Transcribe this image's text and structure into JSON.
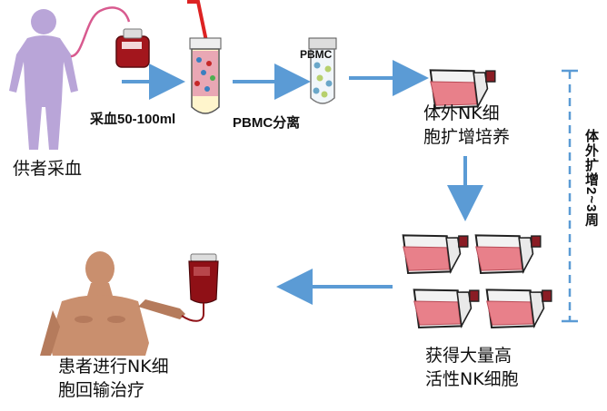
{
  "steps": {
    "donor": "供者采血",
    "blood_volume": "采血50-100ml",
    "pbmc_separation": "PBMC分离",
    "pbmc_tube": "PBMC",
    "expansion_line1": "体外NK细",
    "expansion_line2": "胞扩增培养",
    "harvest_line1": "获得大量高",
    "harvest_line2": "活性NK细胞",
    "patient_line1": "患者进行NK细",
    "patient_line2": "胞回输治疗"
  },
  "timeline": {
    "label": "体外扩增2~3周"
  },
  "colors": {
    "arrow": "#5b9bd5",
    "person_donor": "#b9a5d8",
    "patient_skin": "#c98f6e",
    "flask_medium": "#e8808a",
    "blood": "#a3161d"
  },
  "icons": [
    "donor-figure-icon",
    "blood-bag-icon",
    "blood-tube-icon",
    "pbmc-tube-icon",
    "culture-flask-icon",
    "patient-figure-icon",
    "iv-blood-bag-icon"
  ]
}
